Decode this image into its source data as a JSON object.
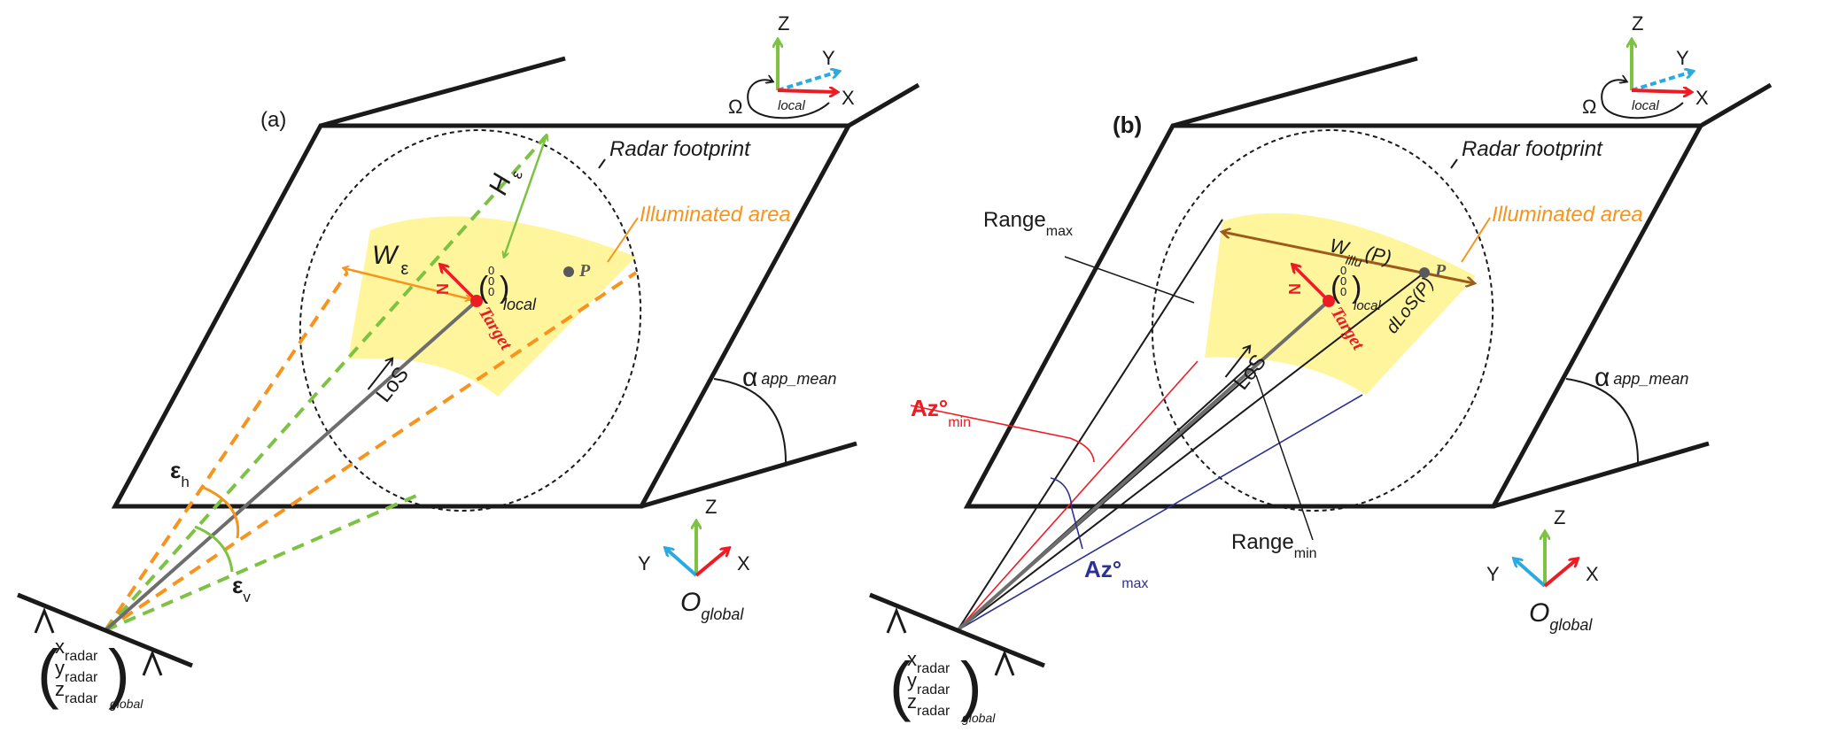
{
  "figure": {
    "panels": [
      {
        "id": "a",
        "panel_label": "(a)",
        "radar_footprint_label": "Radar footprint",
        "illuminated_area_label": "Illuminated area",
        "h_epsilon": {
          "main": "H",
          "sub": "ε"
        },
        "w_epsilon": {
          "main": "W",
          "sub": "ε"
        },
        "epsilon_h": {
          "main": "ε",
          "sub": "h"
        },
        "epsilon_v": {
          "main": "ε",
          "sub": "v"
        },
        "normal_label": "N",
        "target_label": "Target",
        "point_label": "P",
        "los_label": "LoS",
        "local_origin": {
          "zeros": [
            "0",
            "0",
            "0"
          ],
          "sub": "local"
        },
        "alpha": {
          "main": "α",
          "sub": "app_mean"
        },
        "radar_position": {
          "rows": [
            {
              "var": "x",
              "sub": "radar"
            },
            {
              "var": "y",
              "sub": "radar"
            },
            {
              "var": "z",
              "sub": "radar"
            }
          ],
          "frame": "global"
        },
        "local_axes": {
          "x": "X",
          "y": "Y",
          "z": "Z",
          "rotation": "Ω",
          "frame": "local"
        },
        "global_axes": {
          "x": "X",
          "y": "Y",
          "z": "Z",
          "origin": "O",
          "frame": "global"
        }
      },
      {
        "id": "b",
        "panel_label": "(b)",
        "radar_footprint_label": "Radar footprint",
        "illuminated_area_label": "Illuminated area",
        "w_illu": {
          "main": "W",
          "sub": "illu",
          "arg": "(P)"
        },
        "dlos": "dLoS(P)",
        "range_max": {
          "main": "Range",
          "sub": "max"
        },
        "range_min": {
          "main": "Range",
          "sub": "min"
        },
        "az_min": {
          "main": "Az°",
          "sub": "min"
        },
        "az_max": {
          "main": "Az°",
          "sub": "max"
        },
        "normal_label": "N",
        "target_label": "Target",
        "point_label": "P",
        "los_label": "LoS",
        "local_origin": {
          "zeros": [
            "0",
            "0",
            "0"
          ],
          "sub": "local"
        },
        "alpha": {
          "main": "α",
          "sub": "app_mean"
        },
        "radar_position": {
          "rows": [
            {
              "var": "x",
              "sub": "radar"
            },
            {
              "var": "y",
              "sub": "radar"
            },
            {
              "var": "z",
              "sub": "radar"
            }
          ],
          "frame": "global"
        },
        "local_axes": {
          "x": "X",
          "y": "Y",
          "z": "Z",
          "rotation": "Ω",
          "frame": "local"
        },
        "global_axes": {
          "x": "X",
          "y": "Y",
          "z": "Z",
          "origin": "O",
          "frame": "global"
        }
      }
    ],
    "colors": {
      "plane": "#1a1a1a",
      "illuminated_fill": "#fff59d",
      "illuminated_label": "#f7941d",
      "horizontal_beam": "#f7941d",
      "vertical_beam": "#7dc242",
      "los_line": "#6d6d6d",
      "target": "#ed1c24",
      "point_p": "#58595b",
      "axis_x": "#ed1c24",
      "axis_y": "#29abe2",
      "axis_z": "#7dc242",
      "az_min": "#ed1c24",
      "az_max": "#2e3192",
      "w_illu_arrow": "#9c5b1b"
    }
  }
}
